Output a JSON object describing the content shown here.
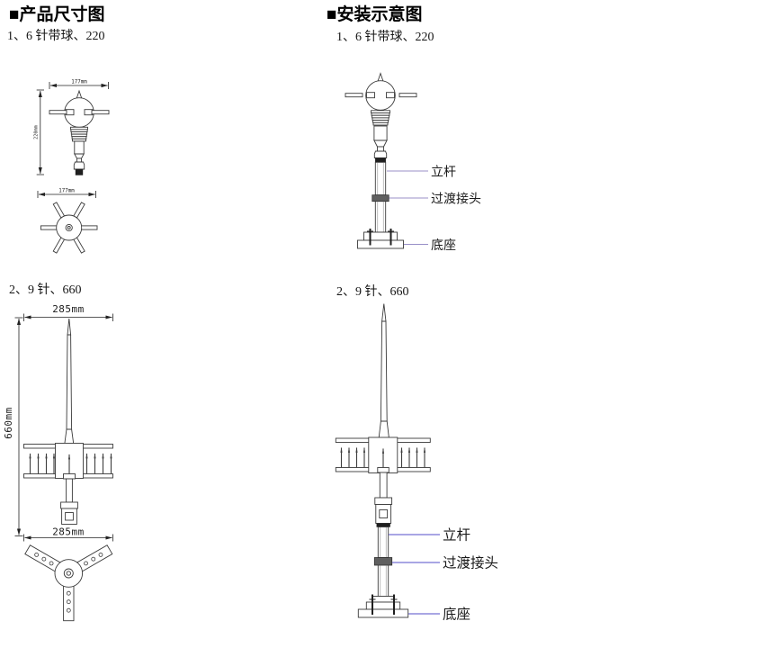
{
  "headers": {
    "left": "■产品尺寸图",
    "right": "■安装示意图"
  },
  "figures": {
    "product1": {
      "title": "1、6 针带球、220",
      "dim_width": "177mm",
      "dim_height": "220mm",
      "dim_top_view": "177mm"
    },
    "install1": {
      "title": "1、6 针带球、220",
      "label_pole": "立杆",
      "label_joint": "过渡接头",
      "label_base": "底座"
    },
    "product2": {
      "title": "2、9 针、660",
      "dim_width": "285mm",
      "dim_height": "660mm",
      "dim_top_view": "285mm"
    },
    "install2": {
      "title": "2、9 针、660",
      "label_pole": "立杆",
      "label_joint": "过渡接头",
      "label_base": "底座"
    }
  },
  "colors": {
    "leader_top": "#988fc7",
    "leader_bottom": "#7672d4",
    "ink": "#1a1a1a",
    "line": "#3a3a3a",
    "dark_fill": "#1f1f1f"
  }
}
